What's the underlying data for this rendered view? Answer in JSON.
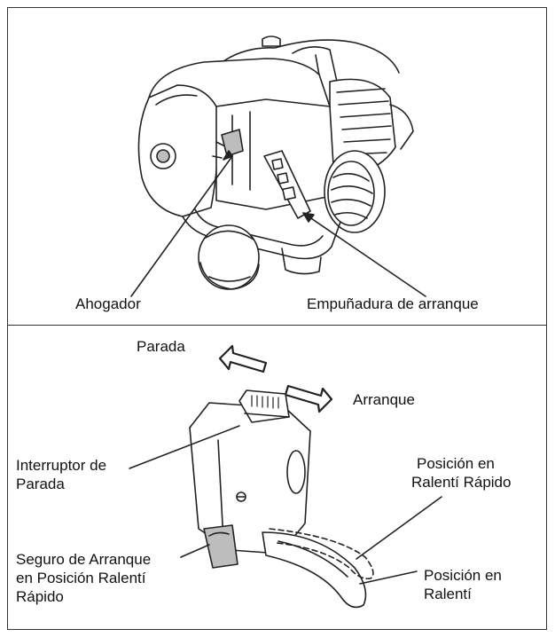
{
  "panels": [
    {
      "id": "engine",
      "labels": {
        "choke": "Ahogador",
        "starter_grip": "Empuñadura de arranque"
      }
    },
    {
      "id": "throttle",
      "labels": {
        "stop": "Parada",
        "start": "Arranque",
        "stop_switch_l1": "Interruptor de",
        "stop_switch_l2": "Parada",
        "fast_idle_l1": "Posición en",
        "fast_idle_l2": "Ralentí Rápido",
        "lock_l1": "Seguro de Arranque",
        "lock_l2": "en Posición Ralentí",
        "lock_l3": "Rápido",
        "idle_l1": "Posición en",
        "idle_l2": "Ralentí"
      }
    }
  ],
  "colors": {
    "line": "#222222",
    "frame": "#333333",
    "shade": "#bdbdbd"
  }
}
